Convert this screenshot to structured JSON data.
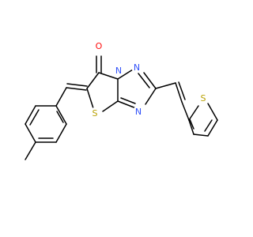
{
  "molecule": {
    "colors": {
      "bond": "#000000",
      "O": "#ff0d0d",
      "N": "#3050f8",
      "S": "#b8a000"
    },
    "labels": {
      "carbonyl_oxygen": "O",
      "bridge_nitrogen": "N",
      "triazole_nitrogen_upper": "N",
      "triazole_nitrogen_lower": "N",
      "thiazole_sulfur": "S",
      "thiophene_sulfur": "S"
    }
  }
}
